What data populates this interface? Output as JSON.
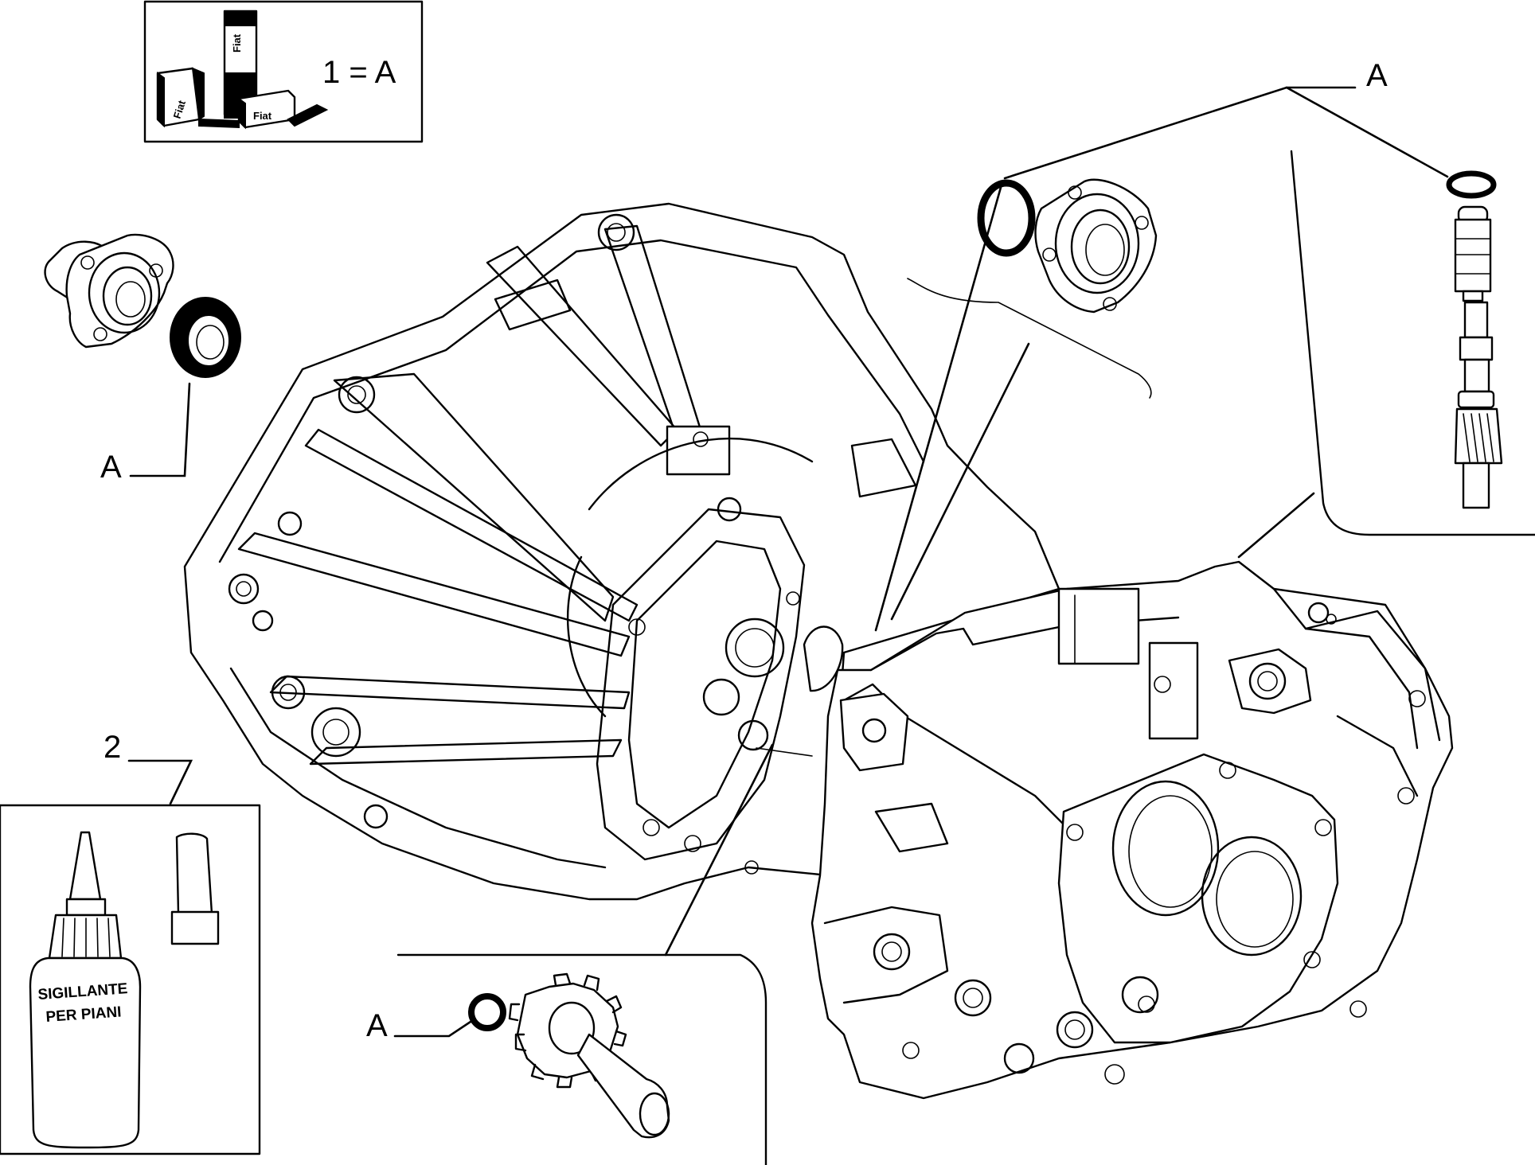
{
  "legend": {
    "equation": "1 = A",
    "brand_text": "Fiat"
  },
  "callouts": {
    "a_top_right": "A",
    "a_left": "A",
    "a_bottom": "A",
    "item_2": "2"
  },
  "sealant_bottle": {
    "line1": "SIGILLANTE",
    "line2": "PER PIANI"
  },
  "colors": {
    "line": "#000000",
    "background": "#ffffff"
  }
}
